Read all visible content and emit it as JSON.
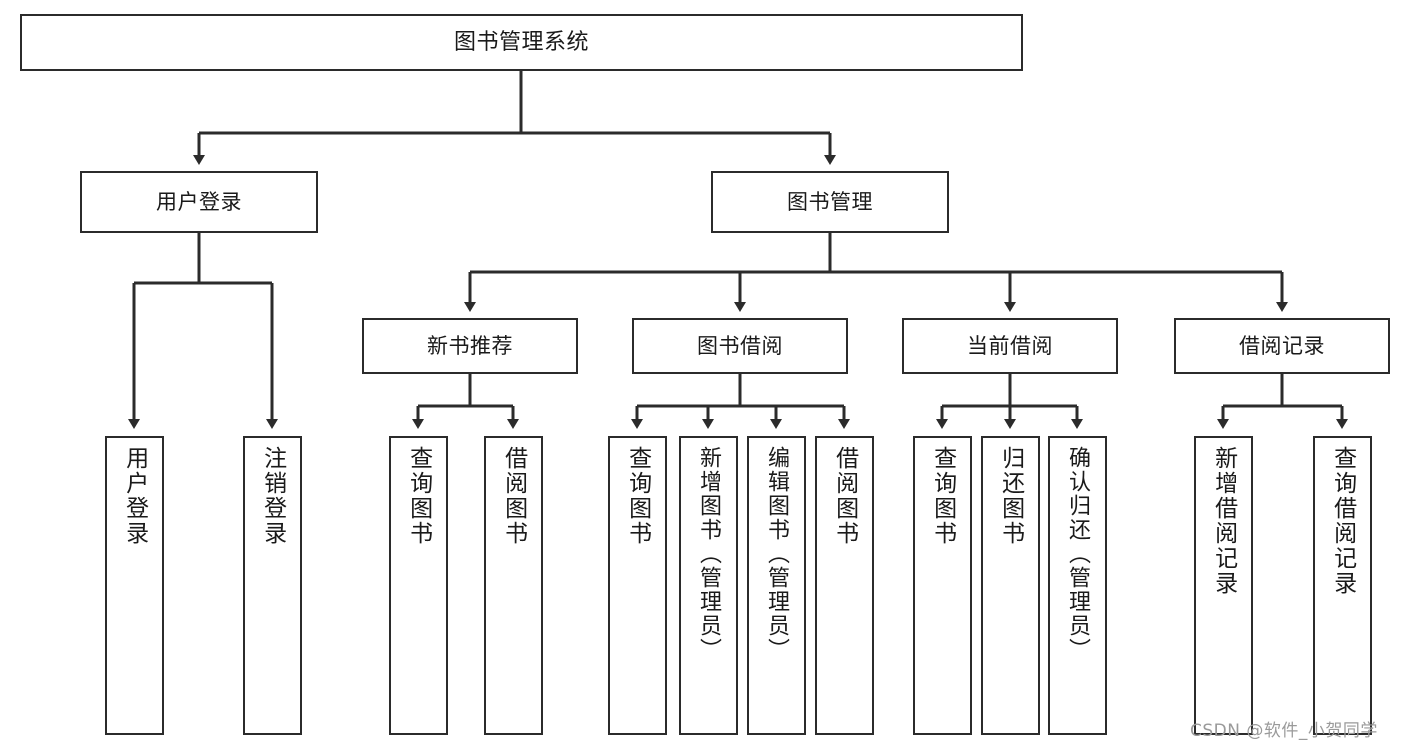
{
  "diagram": {
    "title": "图书管理系统",
    "type": "tree-hierarchy",
    "watermark": "CSDN @软件_小贺同学",
    "colors": {
      "node_border": "#2b2b2b",
      "node_fill": "#ffffff",
      "edge": "#2b2b2b",
      "text": "#1a1a1a",
      "watermark": "#9a9a9a",
      "background": "#ffffff"
    },
    "root": {
      "label": "图书管理系统"
    },
    "level2": [
      {
        "id": "user-login",
        "label": "用户登录"
      },
      {
        "id": "book-manage",
        "label": "图书管理"
      }
    ],
    "level3": [
      {
        "id": "new-book-rec",
        "label": "新书推荐"
      },
      {
        "id": "book-borrow",
        "label": "图书借阅"
      },
      {
        "id": "current-borrow",
        "label": "当前借阅"
      },
      {
        "id": "borrow-record",
        "label": "借阅记录"
      }
    ],
    "leaves": [
      {
        "id": "leaf-user-login",
        "label": "用户登录",
        "parent": "user-login"
      },
      {
        "id": "leaf-user-logout",
        "label": "注销登录",
        "parent": "user-login"
      },
      {
        "id": "leaf-query-book-1",
        "label": "查询图书",
        "parent": "new-book-rec"
      },
      {
        "id": "leaf-borrow-book-1",
        "label": "借阅图书",
        "parent": "new-book-rec"
      },
      {
        "id": "leaf-query-book-2",
        "label": "查询图书",
        "parent": "book-borrow"
      },
      {
        "id": "leaf-add-book",
        "label": "新增图书（管理员）",
        "parent": "book-borrow"
      },
      {
        "id": "leaf-edit-book",
        "label": "编辑图书（管理员）",
        "parent": "book-borrow"
      },
      {
        "id": "leaf-borrow-book-2",
        "label": "借阅图书",
        "parent": "book-borrow"
      },
      {
        "id": "leaf-query-book-3",
        "label": "查询图书",
        "parent": "current-borrow"
      },
      {
        "id": "leaf-return-book",
        "label": "归还图书",
        "parent": "current-borrow"
      },
      {
        "id": "leaf-confirm-return",
        "label": "确认归还（管理员）",
        "parent": "current-borrow"
      },
      {
        "id": "leaf-add-record",
        "label": "新增借阅记录",
        "parent": "borrow-record"
      },
      {
        "id": "leaf-query-record",
        "label": "查询借阅记录",
        "parent": "borrow-record"
      }
    ]
  }
}
